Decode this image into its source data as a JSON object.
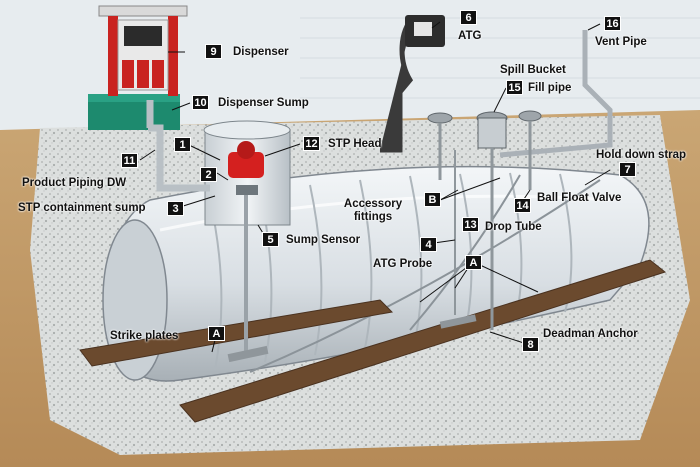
{
  "callouts": [
    {
      "id": "dispenser",
      "num": "9",
      "label": "Dispenser"
    },
    {
      "id": "dispenser-sump",
      "num": "10",
      "label": "Dispenser Sump"
    },
    {
      "id": "atg",
      "num": "6",
      "label": "ATG"
    },
    {
      "id": "vent-pipe",
      "num": "16",
      "label": "Vent Pipe"
    },
    {
      "id": "spill-bucket",
      "num": "",
      "label": "Spill Bucket"
    },
    {
      "id": "fill-pipe",
      "num": "15",
      "label": "Fill pipe"
    },
    {
      "id": "stp-head",
      "num": "12",
      "label": "STP Head"
    },
    {
      "id": "sump-box-1",
      "num": "1",
      "label": ""
    },
    {
      "id": "sump-box-2",
      "num": "2",
      "label": ""
    },
    {
      "id": "stp-containment-sump",
      "num": "3",
      "label": "STP containment sump"
    },
    {
      "id": "product-piping",
      "num": "11",
      "label": "Product Piping DW"
    },
    {
      "id": "hold-down-strap",
      "num": "7",
      "label": "Hold down strap"
    },
    {
      "id": "accessory-fittings",
      "num": "B",
      "label": "Accessory fittings"
    },
    {
      "id": "ball-float-valve",
      "num": "14",
      "label": "Ball Float Valve"
    },
    {
      "id": "sump-sensor",
      "num": "5",
      "label": "Sump Sensor"
    },
    {
      "id": "atg-probe",
      "num": "4",
      "label": "ATG Probe"
    },
    {
      "id": "drop-tube",
      "num": "13",
      "label": "Drop Tube"
    },
    {
      "id": "strap-anchor-a",
      "num": "A",
      "label": ""
    },
    {
      "id": "strike-plates",
      "num": "A",
      "label": "Strike plates"
    },
    {
      "id": "deadman-anchor",
      "num": "8",
      "label": "Deadman Anchor"
    }
  ],
  "colors": {
    "wall": "#e7ecef",
    "gravel": "#d9dcdc",
    "soil": "#c4a071",
    "tank": "#dfe5ea",
    "stp_head": "#d4201f",
    "sump_base": "#1d8a6e",
    "deadman": "#6b4a2e",
    "badge": "#111111"
  }
}
